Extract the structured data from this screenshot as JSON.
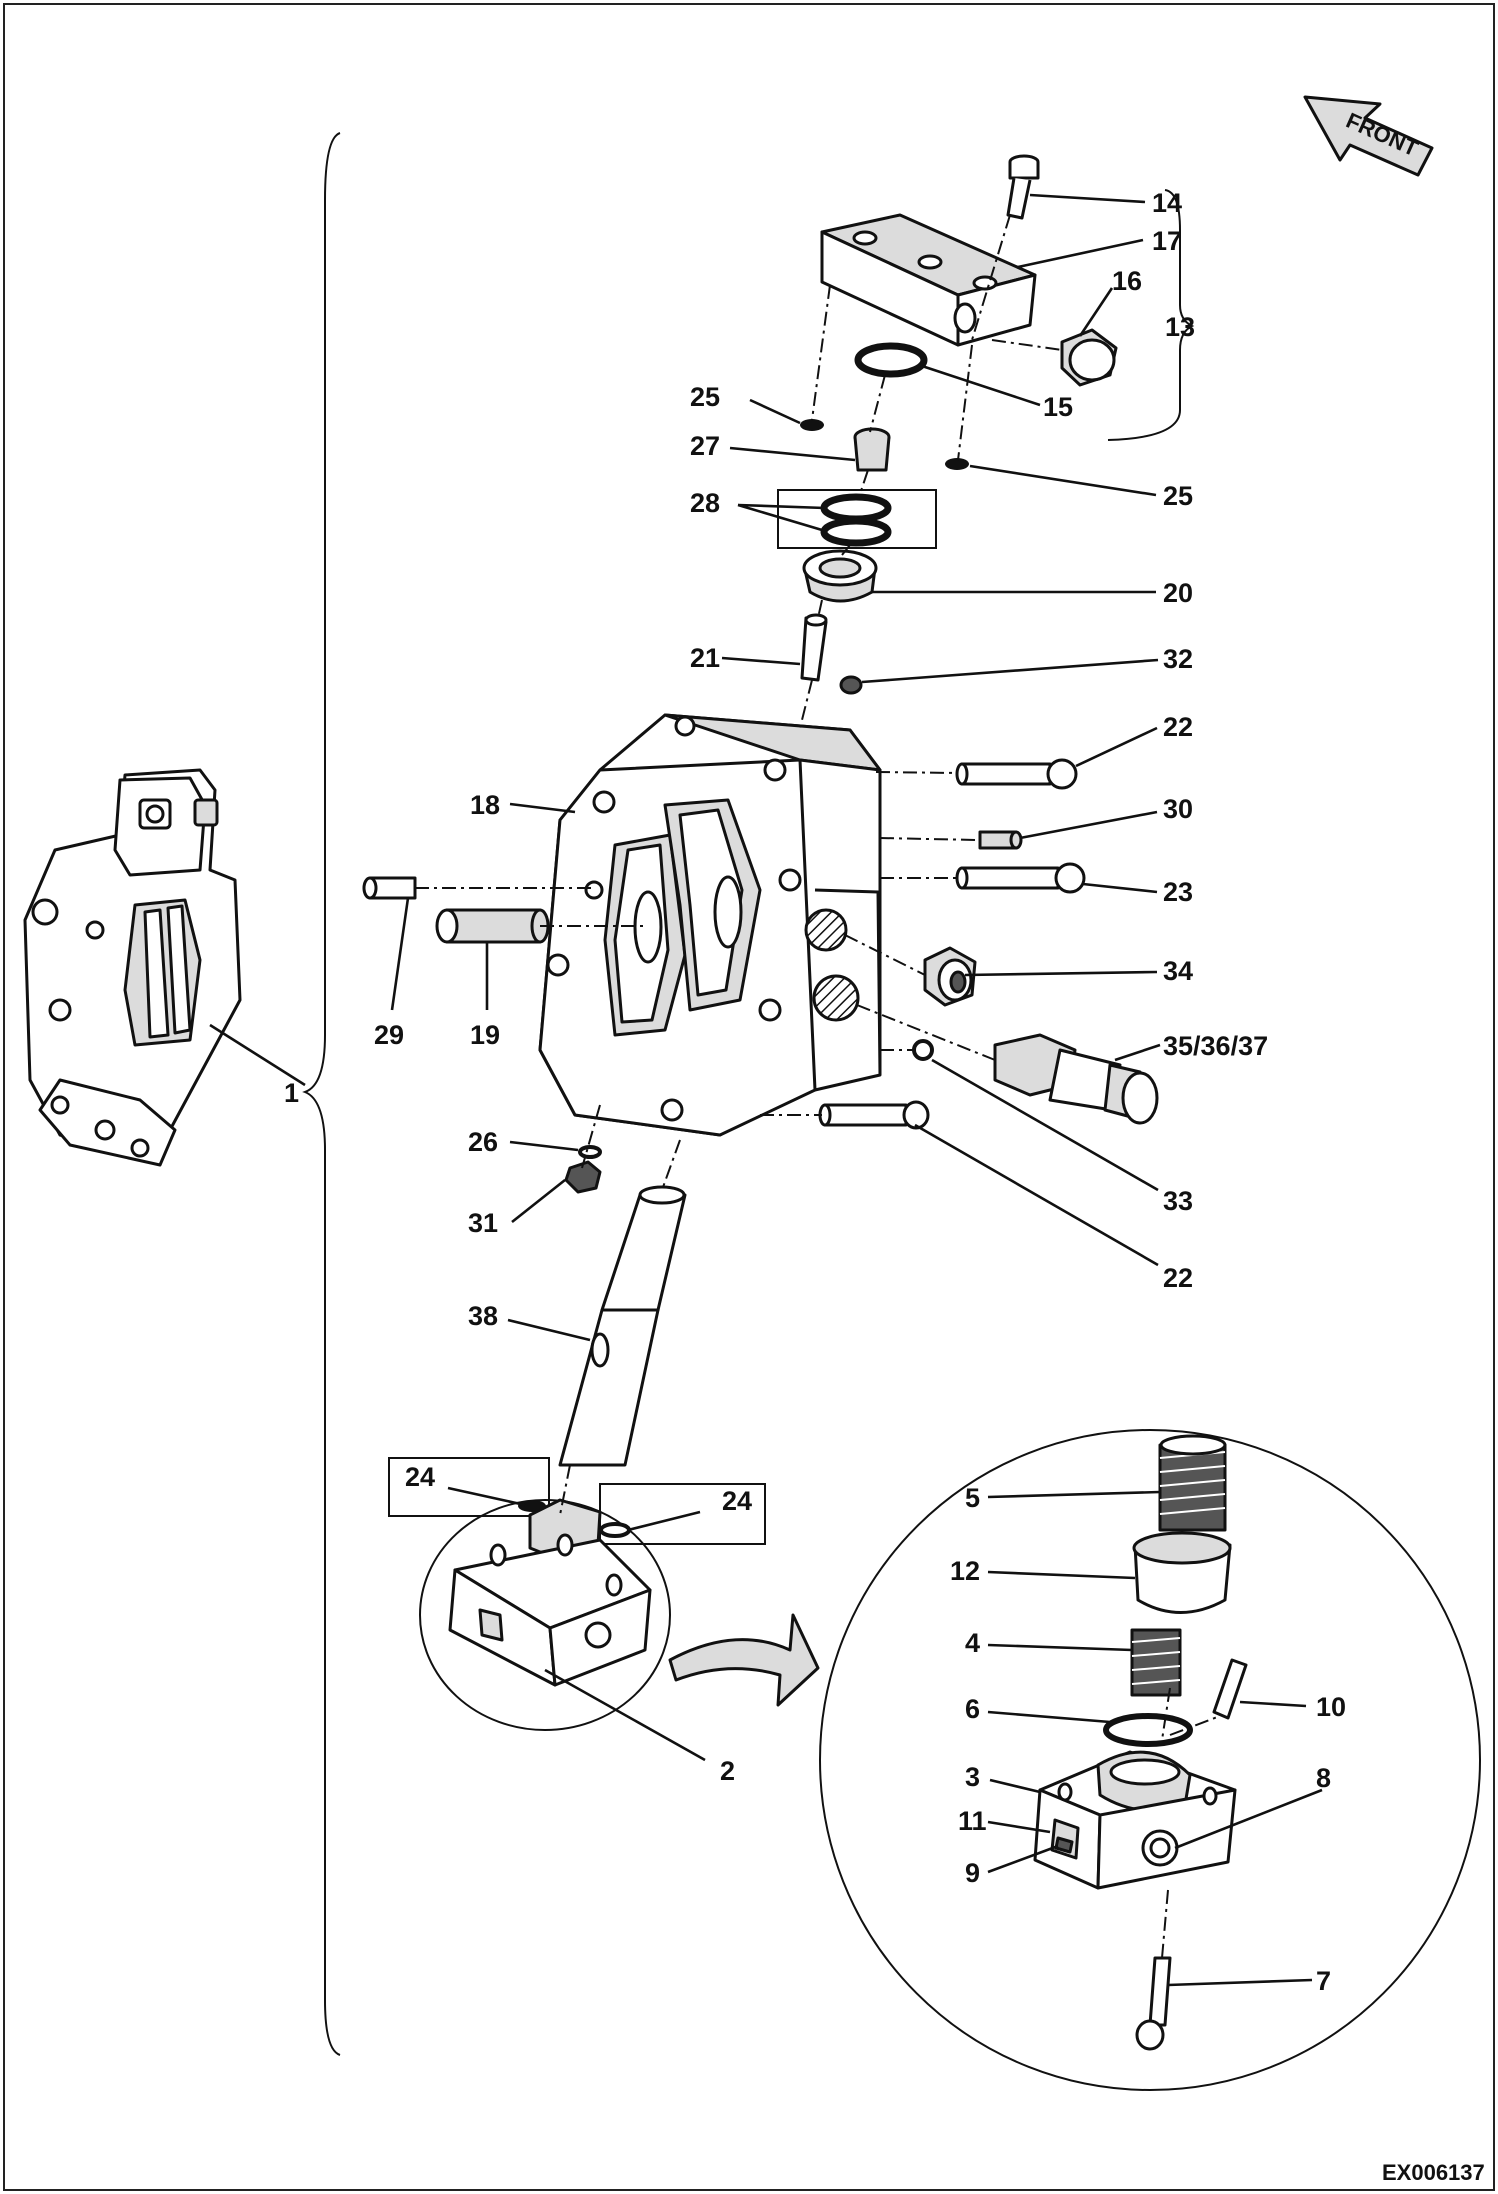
{
  "direction_arrow": {
    "label": "FRONT",
    "icon": "front-direction-arrow-icon"
  },
  "reference_code": "EX006137",
  "callouts": [
    "1",
    "2",
    "3",
    "4",
    "5",
    "6",
    "7",
    "8",
    "9",
    "10",
    "11",
    "12",
    "13",
    "14",
    "15",
    "16",
    "17",
    "18",
    "19",
    "20",
    "21",
    "22",
    "22",
    "23",
    "24",
    "24",
    "25",
    "25",
    "26",
    "27",
    "28",
    "29",
    "30",
    "31",
    "32",
    "33",
    "34",
    "35/36/37",
    "38"
  ],
  "colors": {
    "ink": "#111111",
    "shade": "#dcdcdc",
    "background": "#ffffff"
  }
}
